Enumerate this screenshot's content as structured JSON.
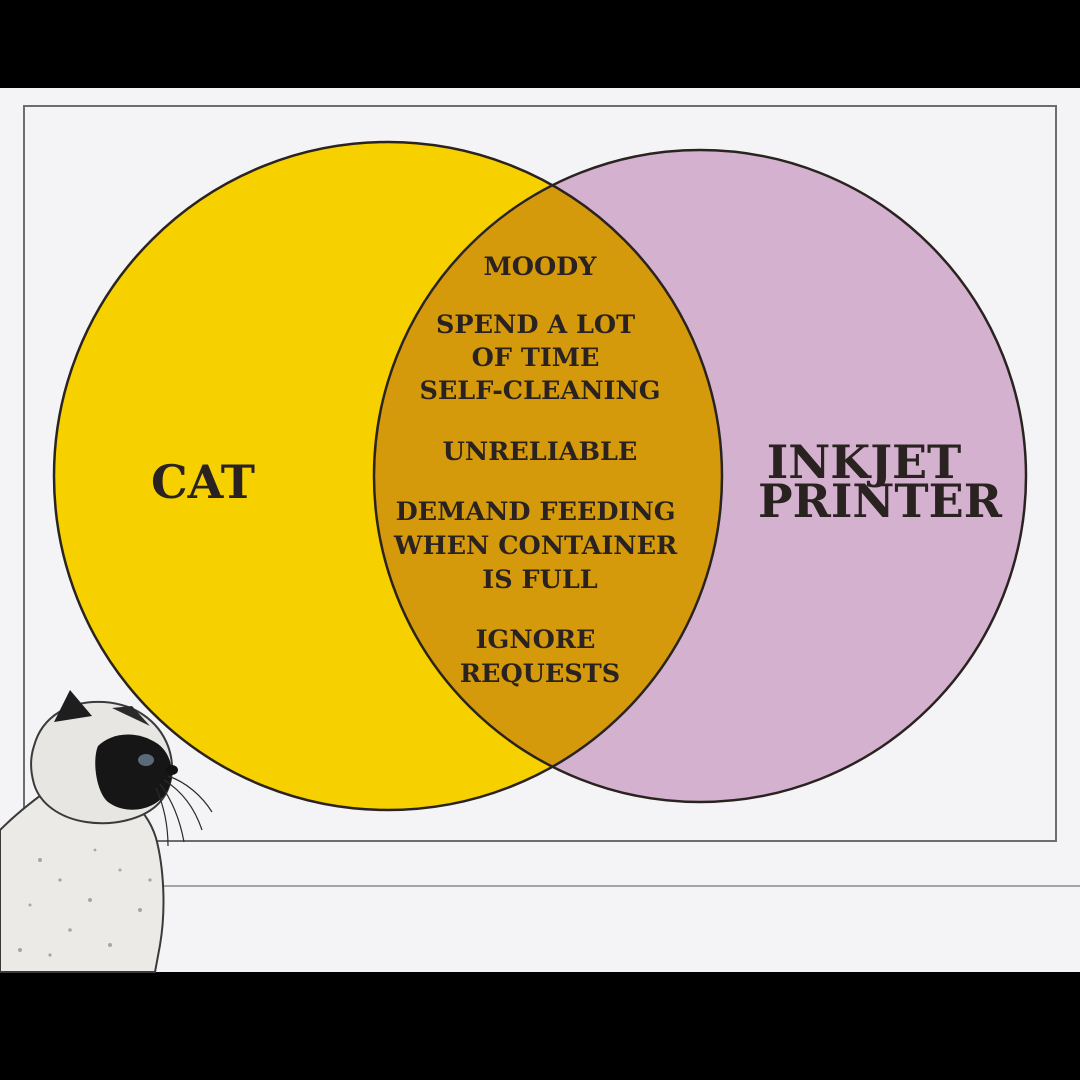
{
  "diagram": {
    "type": "venn",
    "colors": {
      "left_circle": "#F7D000",
      "right_circle": "#D4B2CF",
      "overlap": "#D49A0C",
      "outline": "#2a2320",
      "paper": "#F4F4F6",
      "background": "#000000"
    },
    "left_set": {
      "label": "CAT"
    },
    "right_set": {
      "label_lines": [
        "INKJET",
        "PRINTER"
      ]
    },
    "overlap_items": [
      {
        "lines": [
          "MOODY"
        ]
      },
      {
        "lines": [
          "SPEND A LOT",
          "OF TIME",
          "SELF-CLEANING"
        ]
      },
      {
        "lines": [
          "UNRELIABLE"
        ]
      },
      {
        "lines": [
          "DEMAND FEEDING",
          "WHEN CONTAINER",
          "IS FULL"
        ]
      },
      {
        "lines": [
          "IGNORE",
          "REQUESTS"
        ]
      }
    ]
  },
  "decoration": {
    "cat_illustration": "siamese-cat-peeking"
  }
}
